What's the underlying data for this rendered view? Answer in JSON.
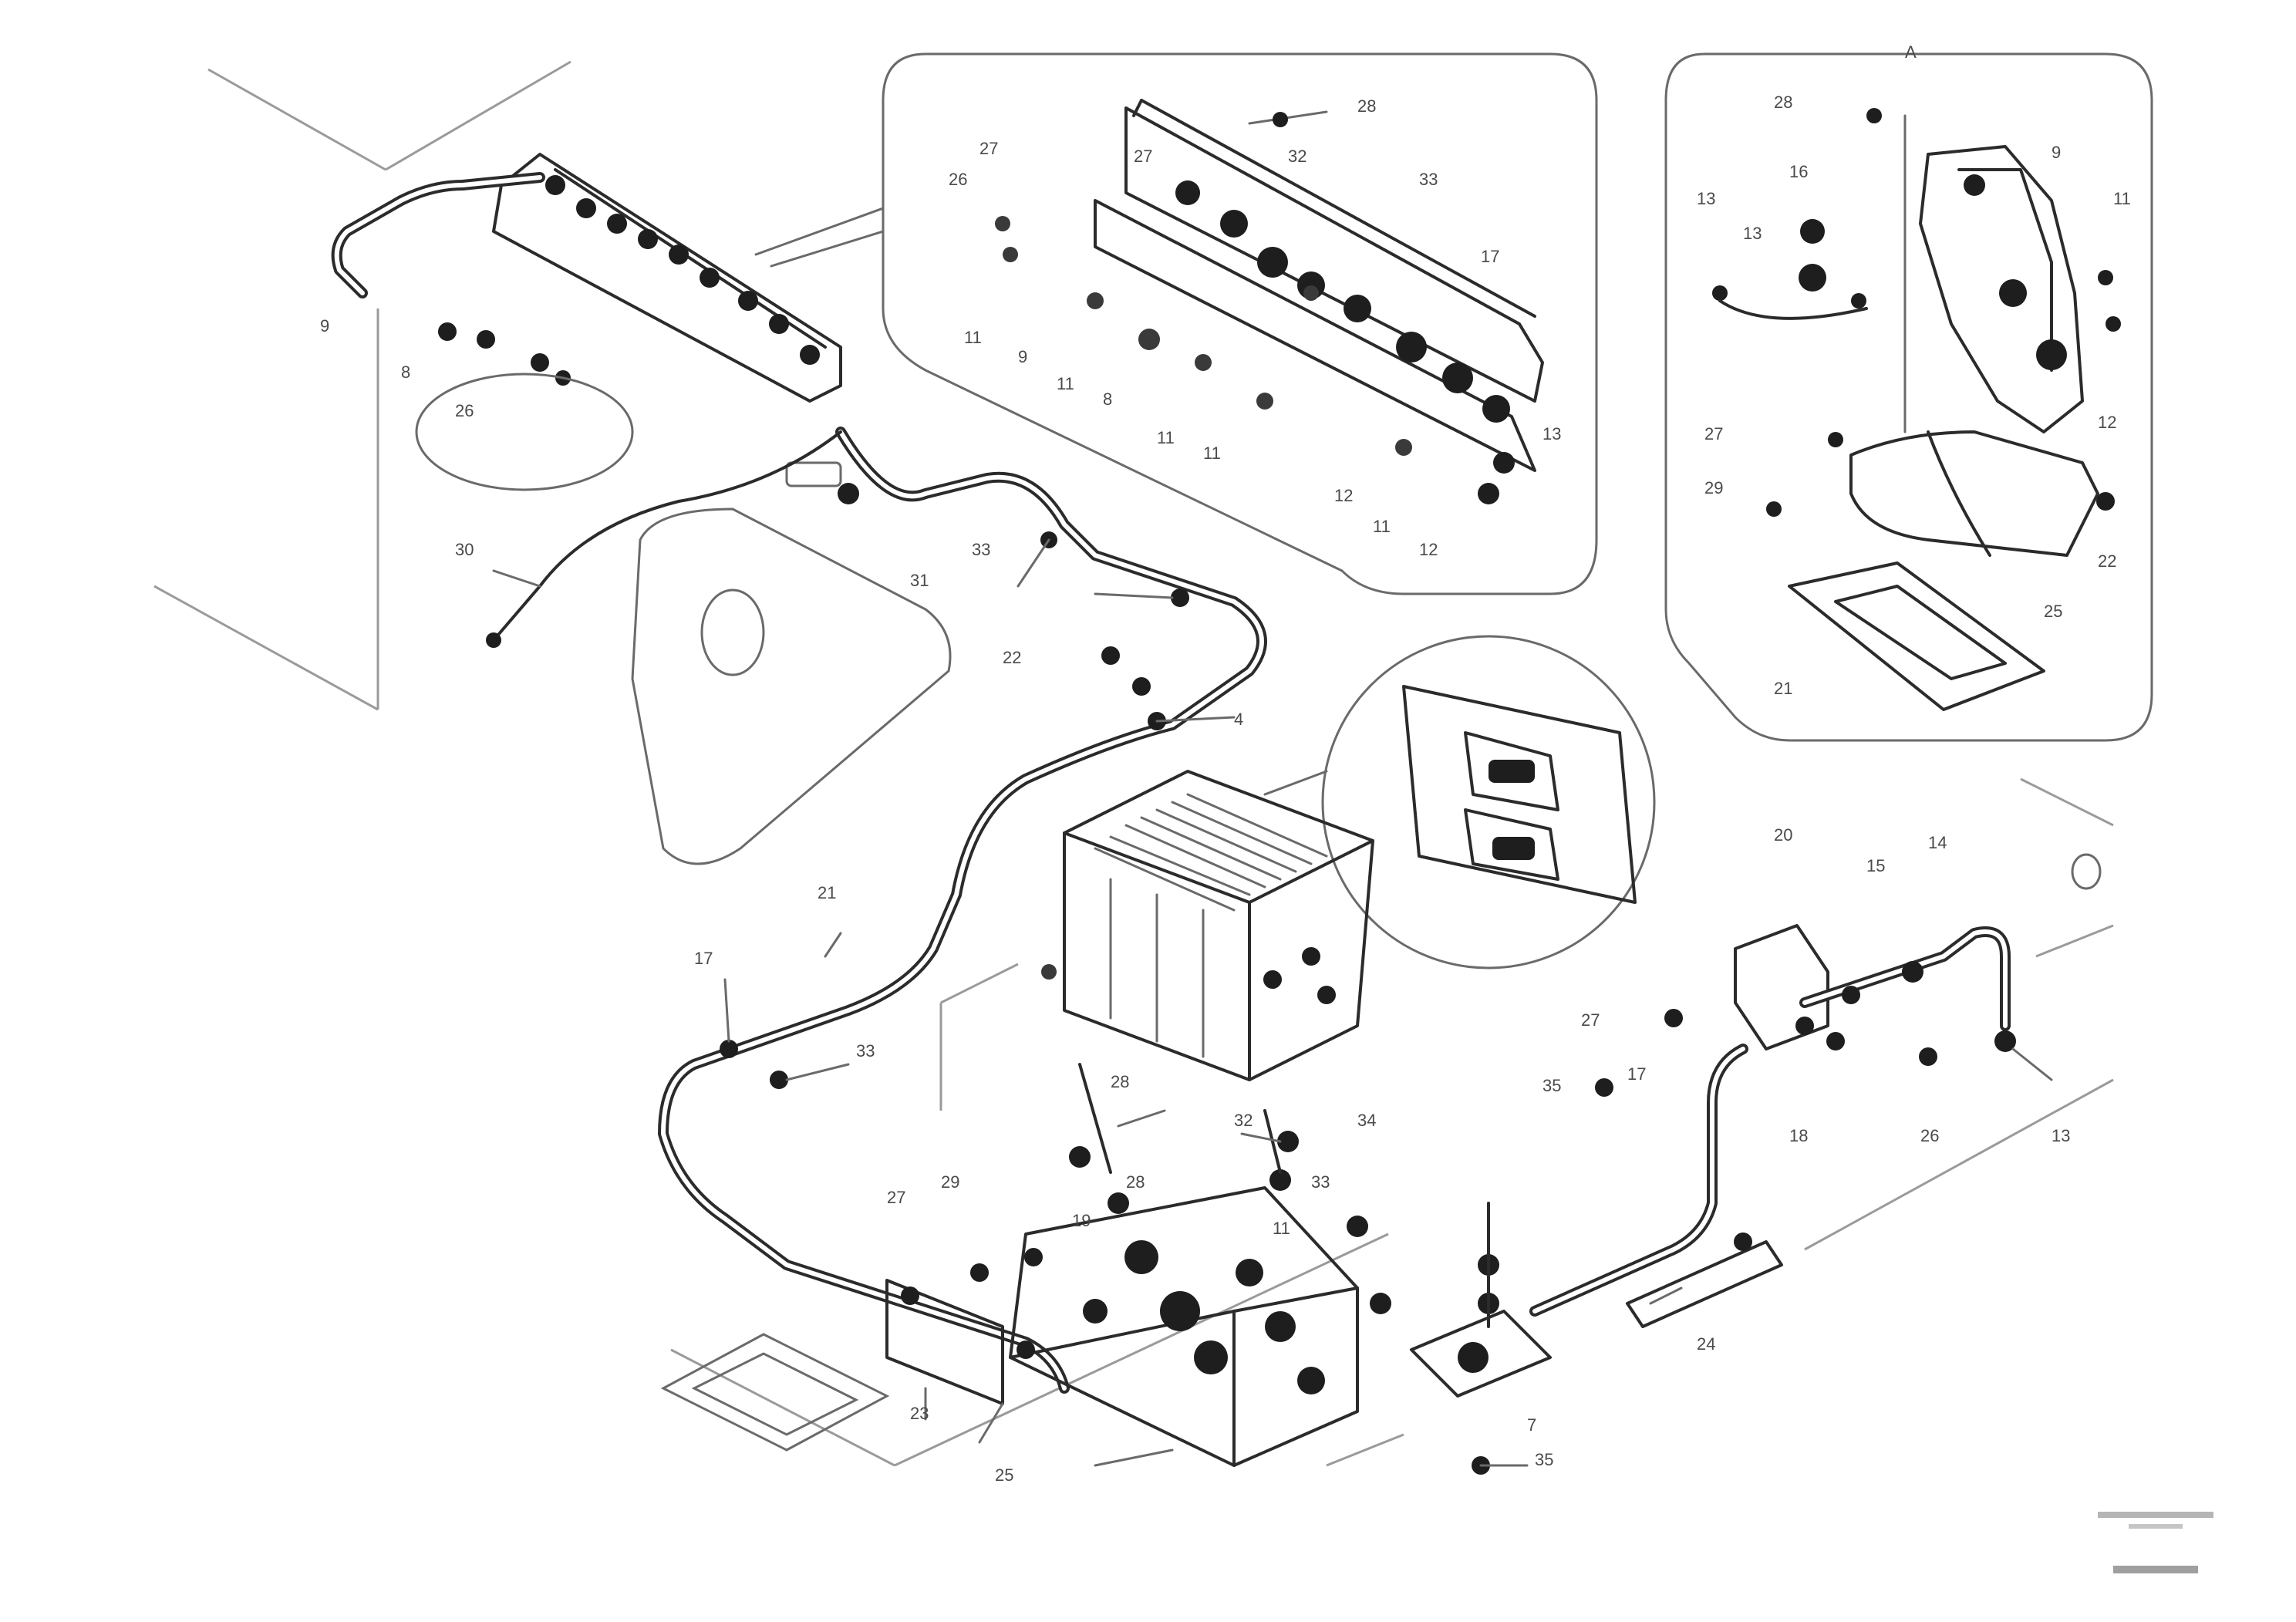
{
  "figure": {
    "reference_code": "",
    "labels": {
      "main": [
        "9",
        "8",
        "26",
        "30",
        "31",
        "33",
        "22",
        "4",
        "21",
        "17",
        "33",
        "28",
        "29",
        "27",
        "34",
        "32",
        "33",
        "11",
        "19",
        "28",
        "25",
        "23",
        "35",
        "7",
        "24"
      ],
      "inset_top": [
        "28",
        "27",
        "26",
        "27",
        "32",
        "33",
        "17",
        "11",
        "9",
        "11",
        "8",
        "11",
        "11",
        "12",
        "11",
        "12",
        "13"
      ],
      "inset_right": [
        "A",
        "28",
        "13",
        "16",
        "13",
        "9",
        "11",
        "27",
        "29",
        "12",
        "22",
        "25",
        "21"
      ],
      "pump_group": [
        "20",
        "15",
        "14",
        "27",
        "17",
        "35",
        "18",
        "26",
        "13"
      ]
    }
  }
}
